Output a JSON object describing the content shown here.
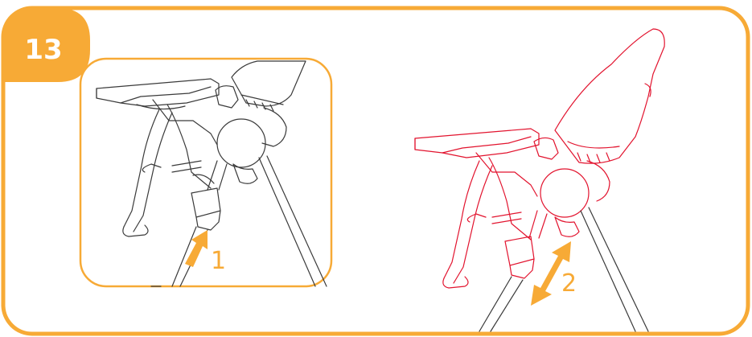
{
  "step": {
    "number": "13"
  },
  "callouts": {
    "first": "1",
    "second": "2"
  },
  "colors": {
    "accent": "#F7AA36",
    "line": "#3A3A3A",
    "highlight": "#E2132E",
    "background": "#FFFFFF"
  },
  "icons": {
    "push_arrow": "arrow-up-right-icon",
    "adjust_arrow": "double-arrow-icon"
  }
}
